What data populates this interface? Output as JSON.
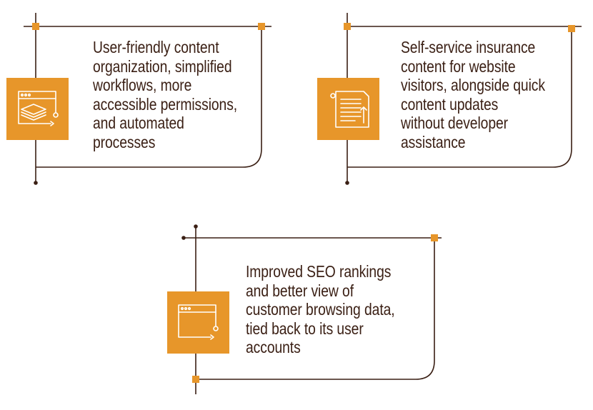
{
  "colors": {
    "line": "#3a1f14",
    "accent": "#e7962a",
    "icon_stroke": "#ffffff",
    "background": "#ffffff"
  },
  "cards": [
    {
      "id": "content-organization",
      "icon": "layered-content-browser-icon",
      "lines": [
        "User-friendly content",
        "organization, simplified",
        "workflows, more",
        "accessible permissions,",
        "and automated",
        "processes"
      ]
    },
    {
      "id": "self-service-content",
      "icon": "document-upload-icon",
      "lines": [
        "Self-service insurance",
        "content for website",
        "visitors, alongside quick",
        "content updates",
        "without developer",
        "assistance"
      ]
    },
    {
      "id": "seo-rankings",
      "icon": "browser-window-arrow-icon",
      "lines": [
        "Improved SEO rankings",
        "and better view of",
        "customer browsing data,",
        "tied back to its user",
        "accounts"
      ]
    }
  ]
}
